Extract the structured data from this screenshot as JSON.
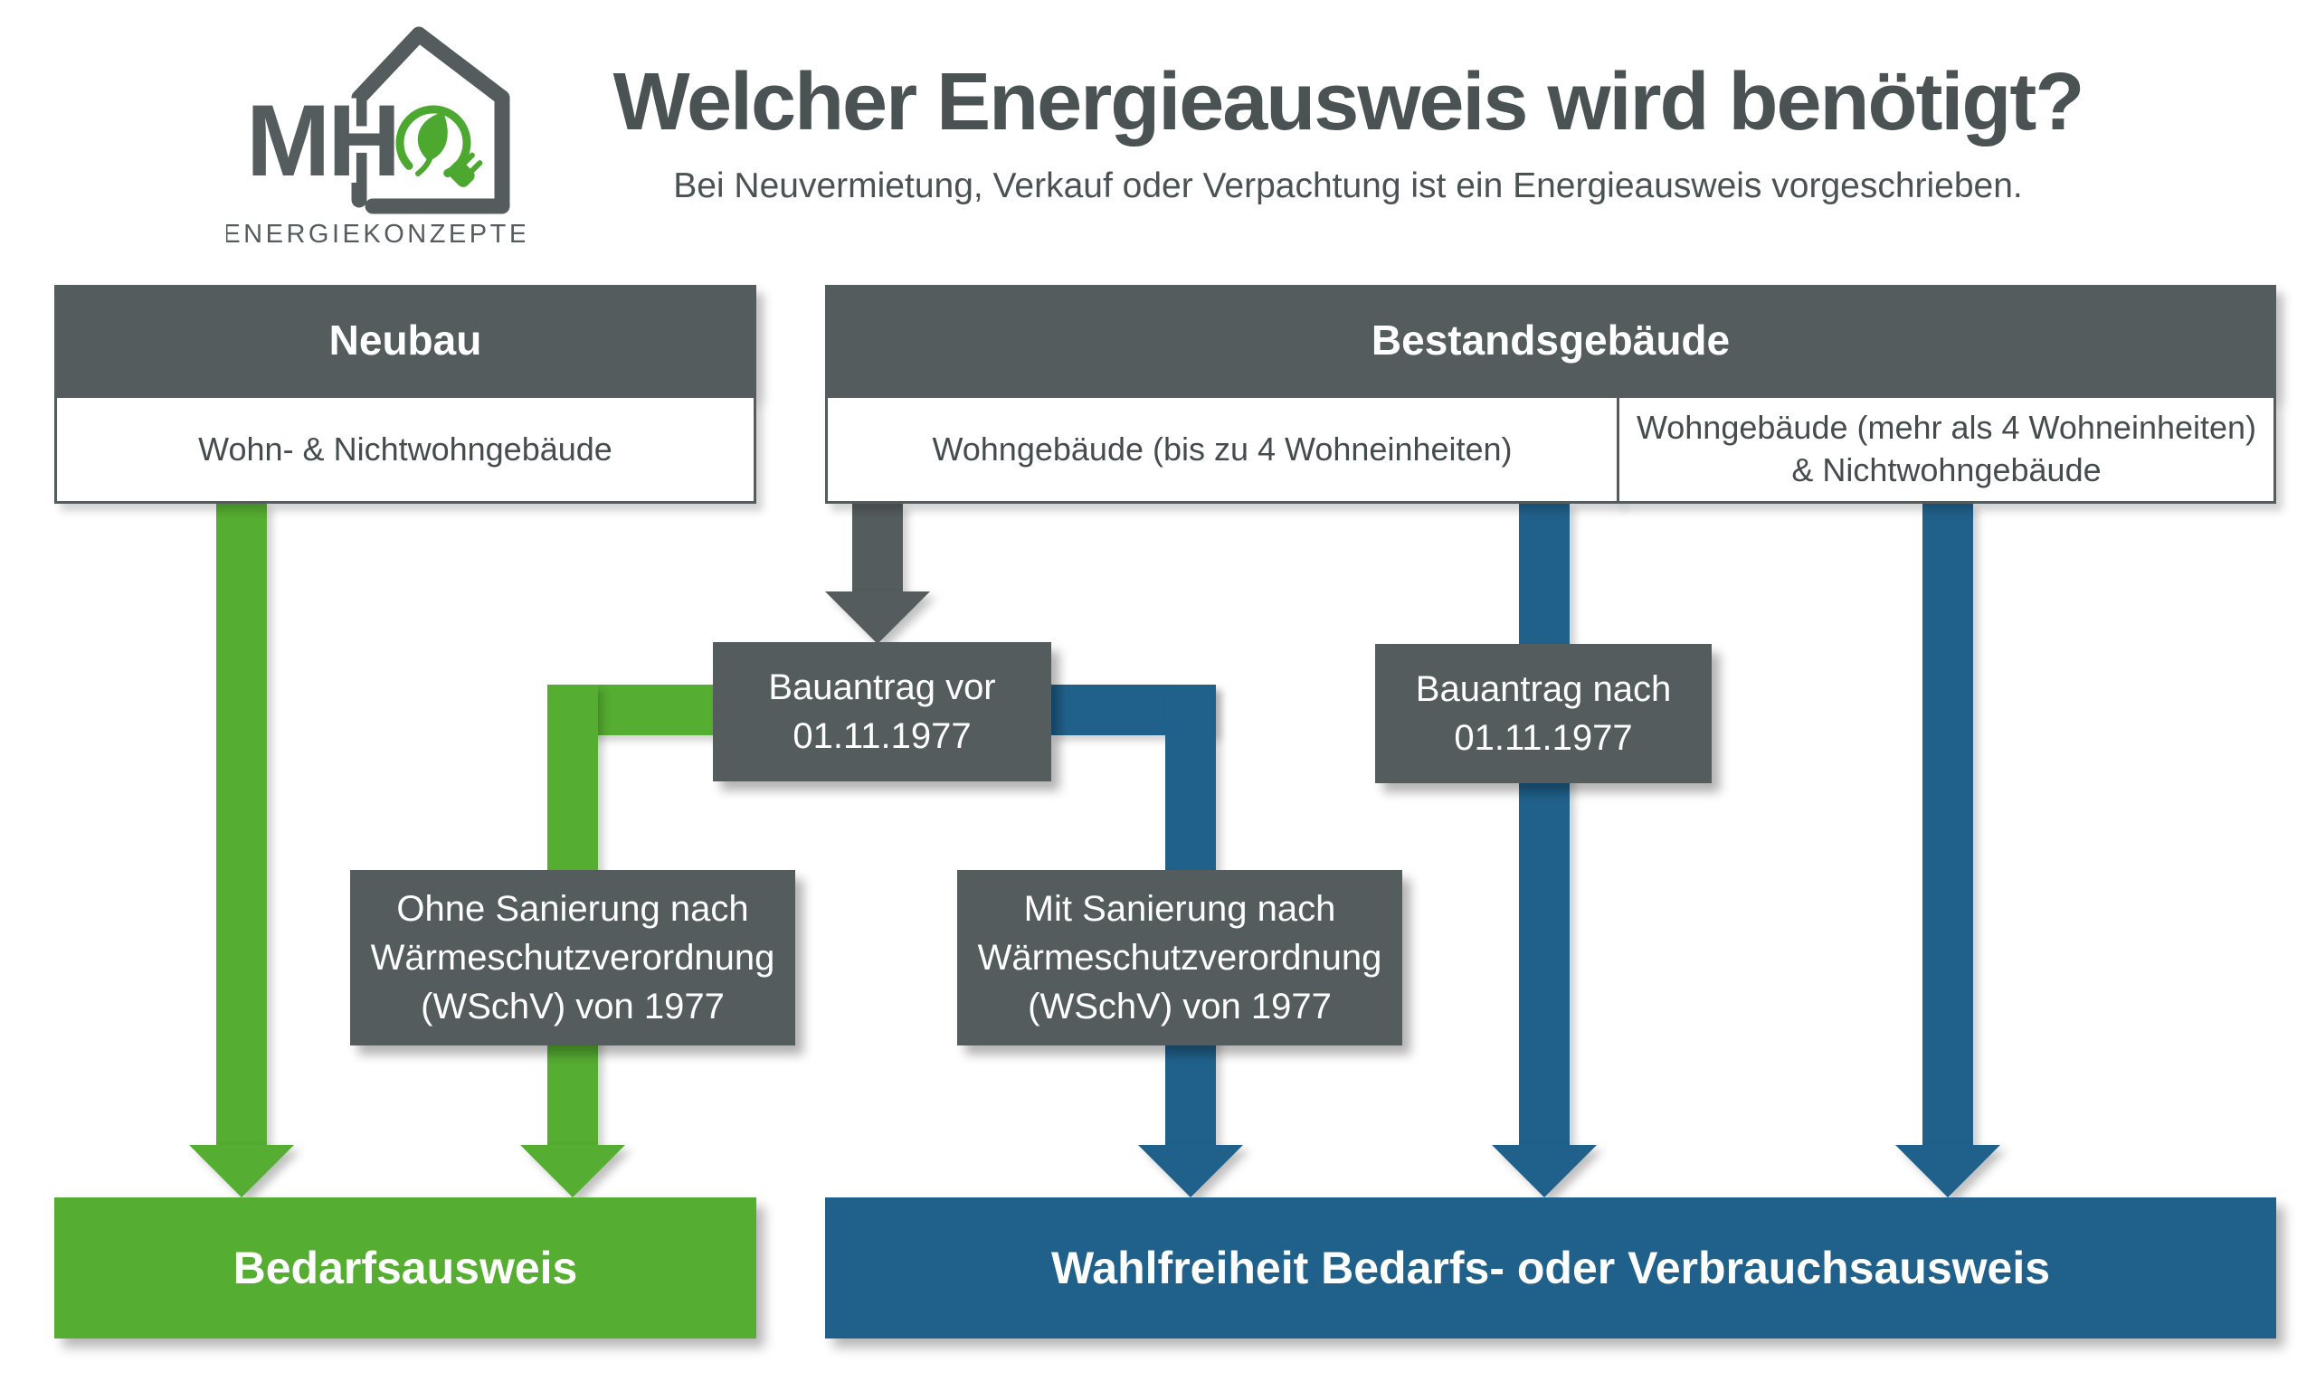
{
  "logo": {
    "brand": "MH",
    "tagline": "ENERGIEKONZEPTE",
    "icons": {
      "house": "house-outline-icon",
      "emblem": "leaf-plug-icon"
    },
    "colors": {
      "dark": "#555c5e",
      "green": "#4ca82e"
    }
  },
  "header": {
    "title": "Welcher Energieausweis wird benötigt?",
    "subtitle": "Bei Neuvermietung, Verkauf oder Verpachtung ist ein Energieausweis vorgeschrieben."
  },
  "flow": {
    "neubau": {
      "title": "Neubau",
      "cell": "Wohn- & Nichtwohngebäude"
    },
    "bestandsgebaeude": {
      "title": "Bestandsgebäude",
      "cell_left": "Wohngebäude (bis zu 4 Wohneinheiten)",
      "cell_right_line1": "Wohngebäude (mehr als 4 Wohneinheiten)",
      "cell_right_line2": "& Nichtwohngebäude"
    },
    "decision_nodes": {
      "bauantrag_vor": {
        "line1": "Bauantrag vor",
        "line2": "01.11.1977"
      },
      "bauantrag_nach": {
        "line1": "Bauantrag nach",
        "line2": "01.11.1977"
      },
      "ohne_sanierung": {
        "line1": "Ohne Sanierung nach",
        "line2": "Wärmeschutzverordnung",
        "line3": "(WSchV) von 1977"
      },
      "mit_sanierung": {
        "line1": "Mit Sanierung nach",
        "line2": "Wärmeschutzverordnung",
        "line3": "(WSchV) von 1977"
      }
    },
    "results": {
      "bedarfsausweis": "Bedarfsausweis",
      "wahlfreiheit": "Wahlfreiheit Bedarfs- oder Verbrauchsausweis"
    }
  },
  "colors": {
    "green": "#55ad31",
    "blue": "#20618b",
    "dark_gray": "#555c5e",
    "title_text": "#4a5254",
    "cell_text": "#454c4e",
    "background": "#ffffff"
  }
}
